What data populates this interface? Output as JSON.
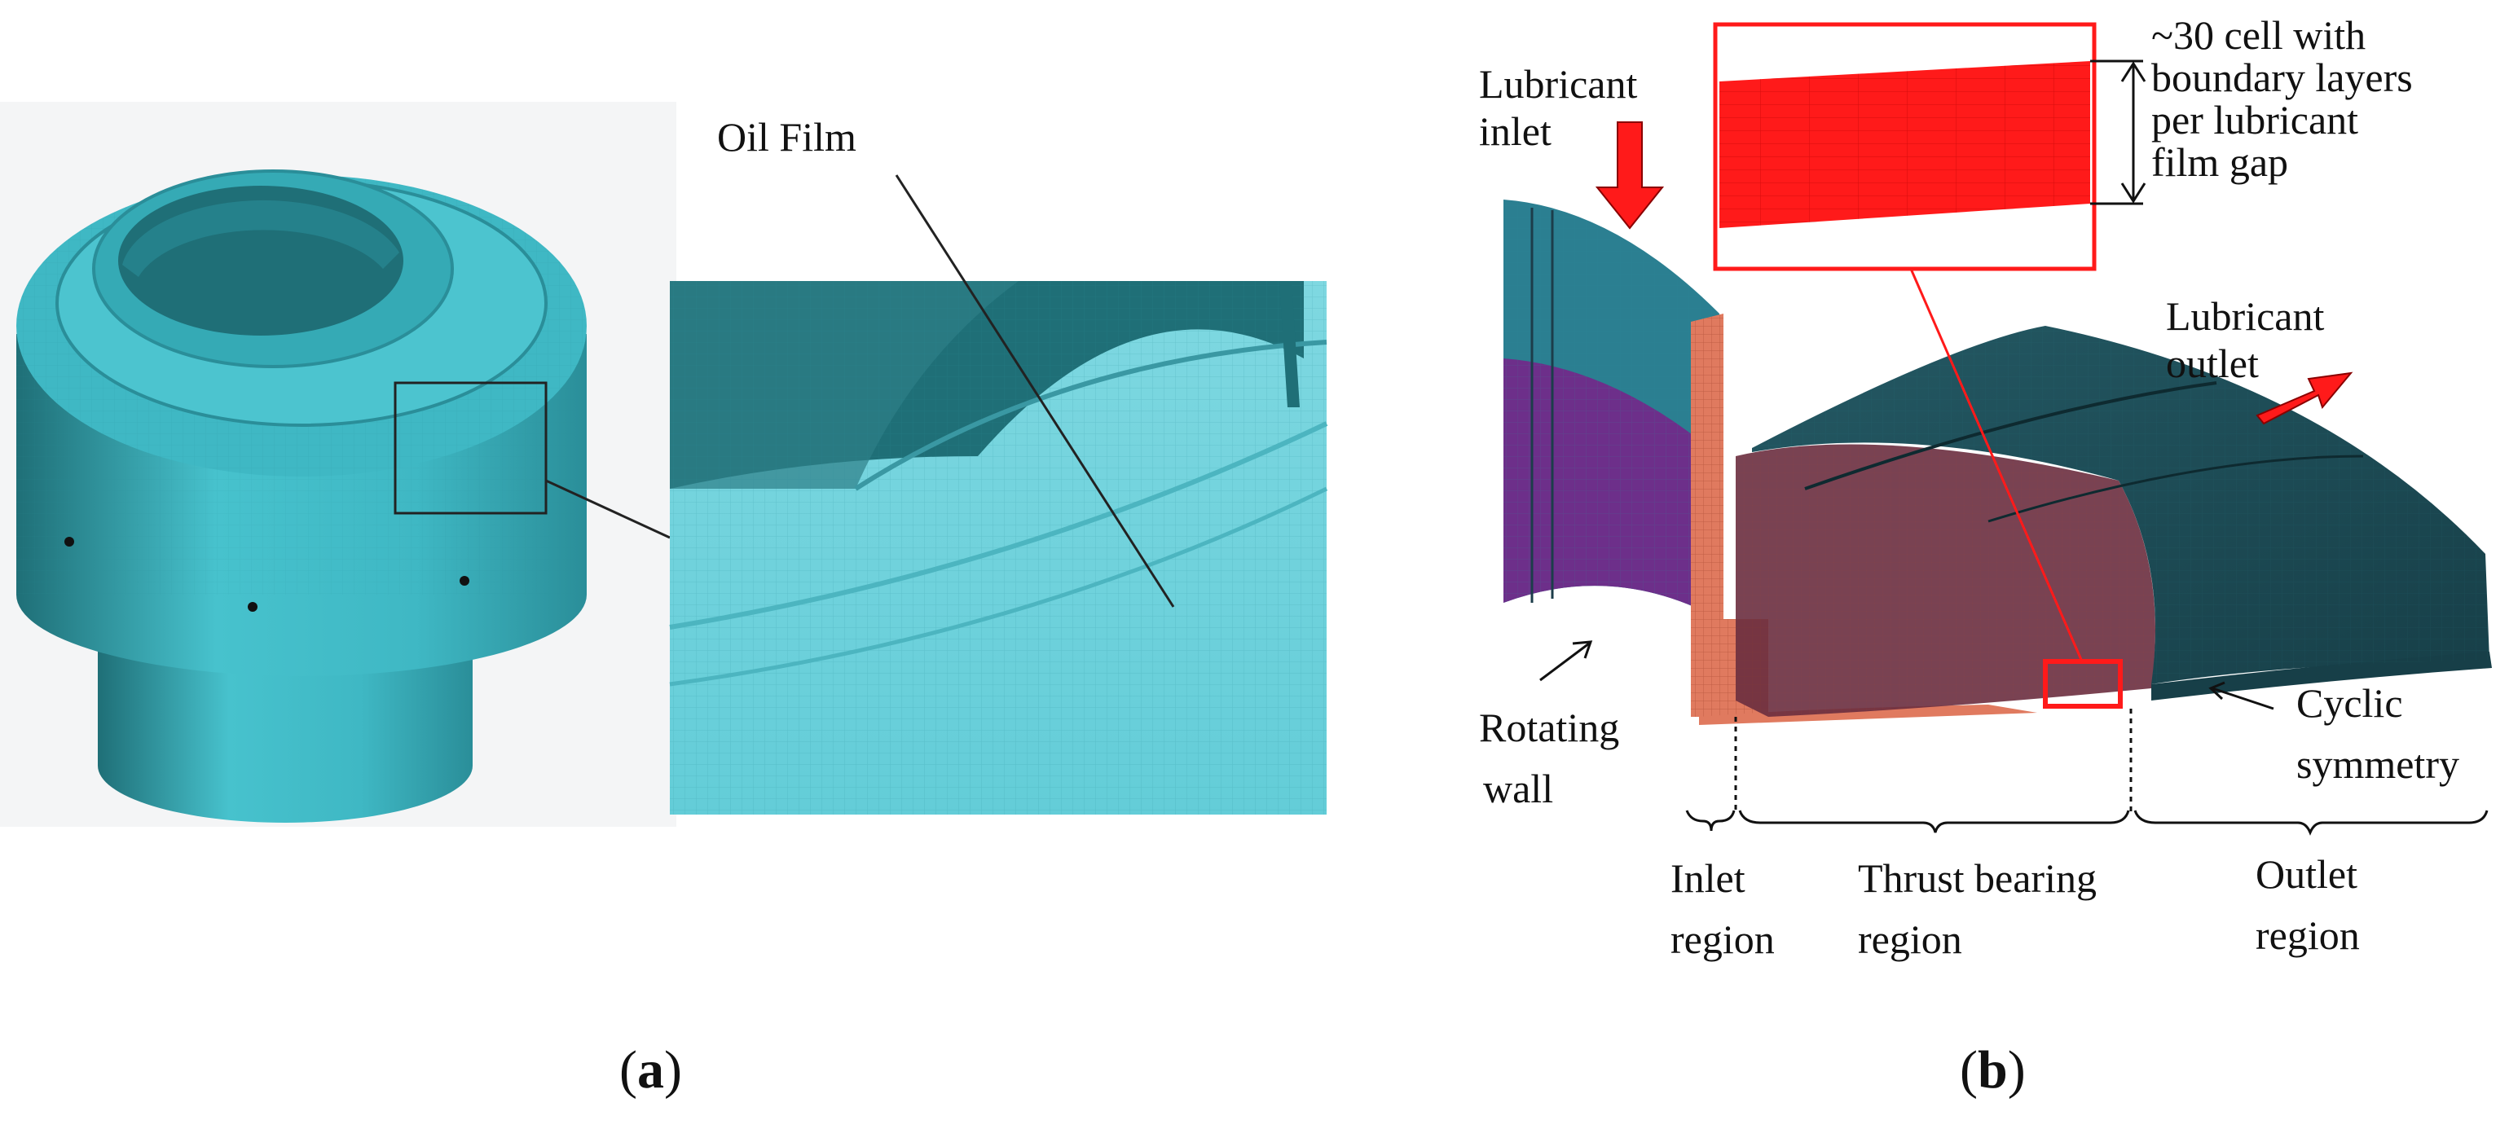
{
  "colors": {
    "teal": "#3fb8c4",
    "teal_dark": "#2a8e99",
    "teal_shadow": "#1f6f77",
    "zoom_light": "#6fd1db",
    "rotor_dark": "#1f4f5a",
    "purple": "#6d2f8a",
    "salmon": "#e07a5f",
    "maroon": "#6a2d3f",
    "red": "#ff1a1a",
    "black": "#111111"
  },
  "panel_a": {
    "oil_film_label": "Oil Film",
    "caption_open": "(",
    "caption_letter": "a",
    "caption_close": ")"
  },
  "panel_b": {
    "lubricant_inlet": [
      "Lubricant",
      "inlet"
    ],
    "lubricant_outlet": [
      "Lubricant",
      "outlet"
    ],
    "zoom_note": [
      "~30 cell with",
      "boundary layers",
      "per lubricant",
      "film gap"
    ],
    "rotating_wall": [
      "Rotating",
      "wall"
    ],
    "cyclic_symmetry": [
      "Cyclic",
      "symmetry"
    ],
    "inlet_region": [
      "Inlet",
      "region"
    ],
    "thrust_bearing_region": [
      "Thrust bearing",
      "region"
    ],
    "outlet_region": [
      "Outlet",
      "region"
    ],
    "caption_open": "(",
    "caption_letter": "b",
    "caption_close": ")"
  }
}
